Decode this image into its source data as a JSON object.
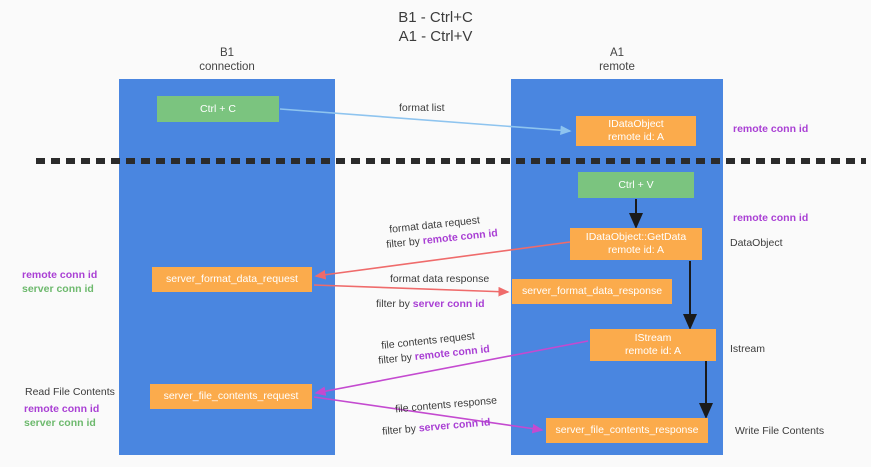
{
  "title": {
    "line1": "B1 - Ctrl+C",
    "line2": "A1 - Ctrl+V"
  },
  "lanes": [
    {
      "id": "b1",
      "name": "B1",
      "role": "connection"
    },
    {
      "id": "a1",
      "name": "A1",
      "role": "remote"
    }
  ],
  "nodes": {
    "ctrl_c": {
      "label": "Ctrl + C",
      "sub": "",
      "color": "#7bc47f"
    },
    "idataobject": {
      "label": "IDataObject",
      "sub": "remote id: A",
      "color": "#fbab4c"
    },
    "ctrl_v": {
      "label": "Ctrl + V",
      "sub": "",
      "color": "#7bc47f"
    },
    "getdata": {
      "label": "IDataObject::GetData",
      "sub": "remote id: A",
      "color": "#fbab4c"
    },
    "server_format_data_request": {
      "label": "server_format_data_request",
      "color": "#fbab4c"
    },
    "server_format_data_response": {
      "label": "server_format_data_response",
      "color": "#fbab4c"
    },
    "istream": {
      "label": "IStream",
      "sub": "remote id: A",
      "color": "#fbab4c"
    },
    "server_file_contents_request": {
      "label": "server_file_contents_request",
      "color": "#fbab4c"
    },
    "server_file_contents_response": {
      "label": "server_file_contents_response",
      "color": "#fbab4c"
    }
  },
  "edge_labels": {
    "format_list": "format list",
    "format_data_request": "format data request",
    "format_data_request_filter_prefix": "filter by ",
    "format_data_request_filter_key": "remote conn id",
    "format_data_response": "format data response",
    "format_data_response_filter_prefix": "filter by ",
    "format_data_response_filter_key": "server conn id",
    "file_contents_request": "file contents request",
    "file_contents_request_filter_prefix": "filter by ",
    "file_contents_request_filter_key": "remote conn id",
    "file_contents_response": "file contents response",
    "file_contents_response_filter_prefix": "filter by ",
    "file_contents_response_filter_key": "server conn id"
  },
  "annotations": {
    "remote_conn_id_top": "remote conn id",
    "remote_conn_id_mid": "remote conn id",
    "dataobject": "DataObject",
    "istream": "Istream",
    "write_file_contents": "Write File Contents",
    "read_file_contents": "Read File Contents",
    "left_remote_conn_id_1": "remote conn id",
    "left_server_conn_id_1": "server conn id",
    "left_remote_conn_id_2": "remote conn id",
    "left_server_conn_id_2": "server conn id"
  },
  "colors": {
    "lane": "#4a86e0",
    "green_node": "#7bc47f",
    "orange_node": "#fbab4c",
    "purple_text": "#a93fd4",
    "green_text": "#6db96d",
    "arrow_blue": "#8ec4ef",
    "arrow_red": "#ef6b6b",
    "arrow_magenta": "#c44ad0",
    "arrow_black": "#1a1a1a",
    "background": "#fafafa"
  }
}
